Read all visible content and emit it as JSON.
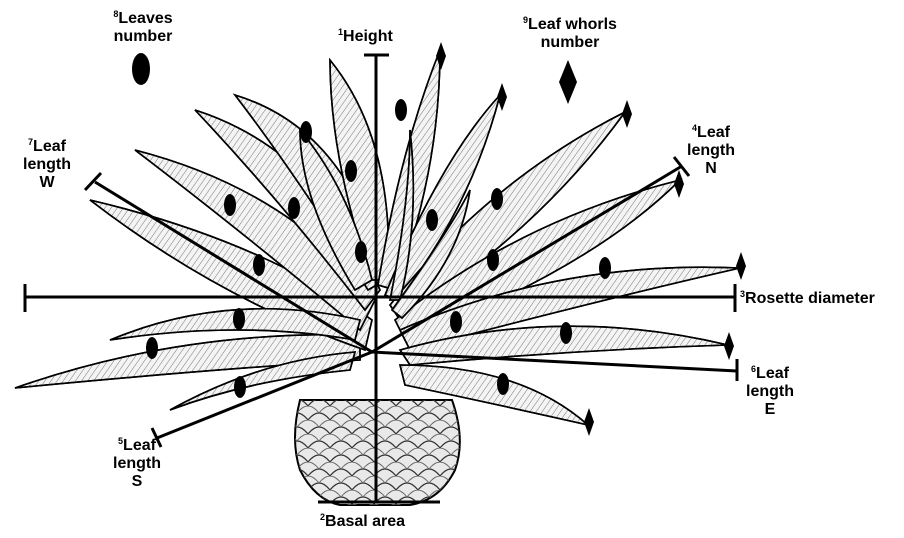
{
  "labels": {
    "height": {
      "num": "1",
      "text": "Height"
    },
    "basal_area": {
      "num": "2",
      "text": "Basal area"
    },
    "rosette": {
      "num": "3",
      "text": "Rosette diameter"
    },
    "leaf_n": {
      "num": "4",
      "line1": "Leaf",
      "line2": "length",
      "line3": "N"
    },
    "leaf_s": {
      "num": "5",
      "line1": "Leaf",
      "line2": "length",
      "line3": "S"
    },
    "leaf_e": {
      "num": "6",
      "line1": "Leaf",
      "line2": "length",
      "line3": "E"
    },
    "leaf_w": {
      "num": "7",
      "line1": "Leaf",
      "line2": "length",
      "line3": "W"
    },
    "leaves": {
      "num": "8",
      "line1": "Leaves",
      "line2": "number"
    },
    "whorls": {
      "num": "9",
      "line1": "Leaf whorls",
      "line2": "number"
    }
  },
  "colors": {
    "ink": "#000000",
    "leaf_fill": "#f4f4f4",
    "base_fill": "#e9e9e9"
  }
}
